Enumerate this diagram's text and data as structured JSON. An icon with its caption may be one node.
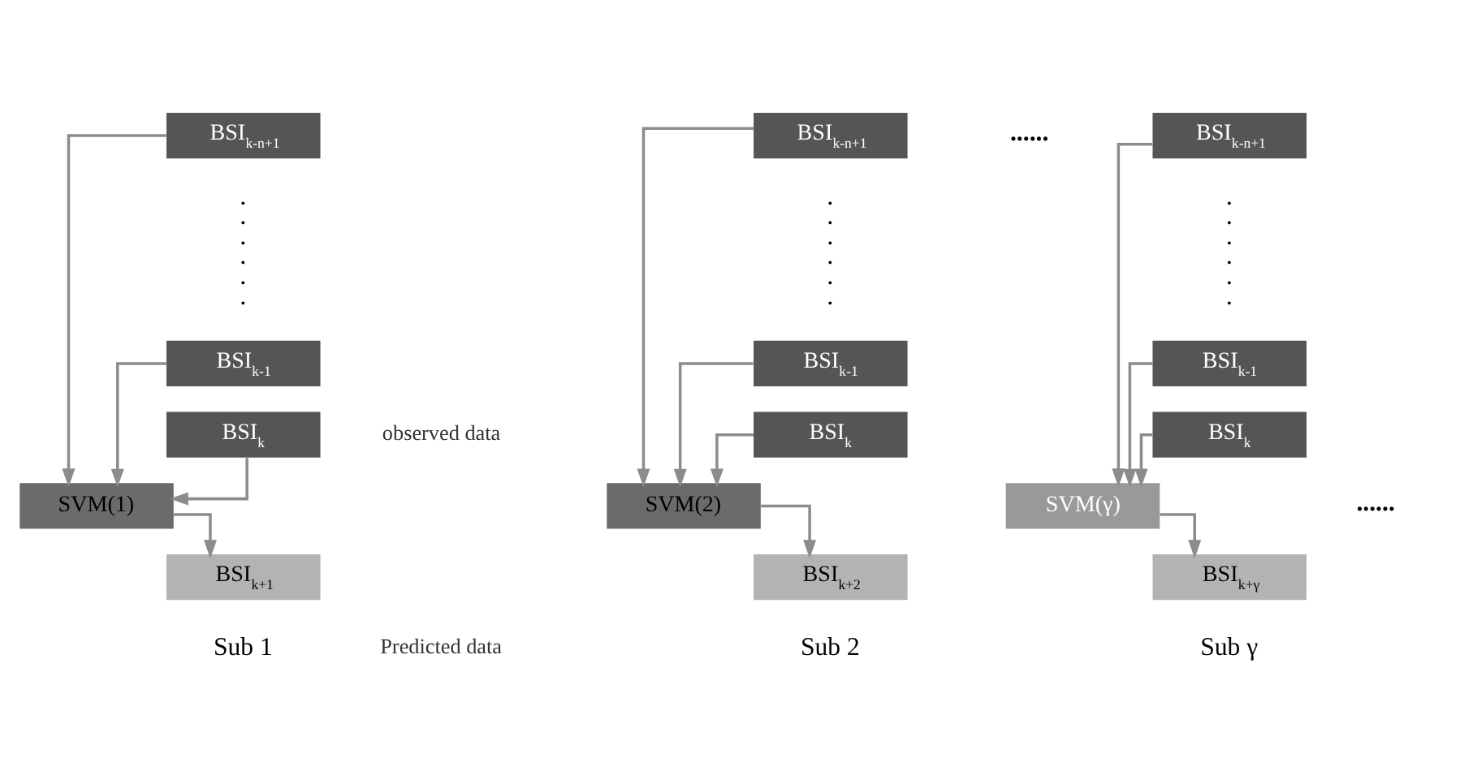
{
  "diagram": {
    "nodes": [
      {
        "text": [
          "BSI$_{k-n+1}$"
        ]
      },
      {
        "text": [
          "BSI$_{k-1}$"
        ]
      },
      {
        "text": [
          "BSI$_{k}$"
        ]
      },
      {
        "text": [
          "SVM(1)"
        ]
      },
      {
        "text": [
          "BSI$_{k+1}$"
        ]
      },
      {
        "text": [
          "BSI$_{k-n+1}$"
        ]
      },
      {
        "text": [
          "BSI$_{k-1}$"
        ]
      },
      {
        "text": [
          "BSI$_{k}$"
        ]
      },
      {
        "text": [
          "SVM(2)"
        ]
      },
      {
        "text": [
          "BSI$_{k+2}$"
        ]
      },
      {
        "text": [
          "BSI$_{k-n+1}$"
        ]
      },
      {
        "text": [
          "BSI$_{k-1}$"
        ]
      },
      {
        "text": [
          "BSI$_{k}$"
        ]
      },
      {
        "text": [
          "SVM(γ)"
        ]
      },
      {
        "text": [
          "BSI$_{k+γ}$"
        ]
      }
    ],
    "edges": [
      {
        "from": 0,
        "to": 3,
        "arrow": "to"
      },
      {
        "from": 1,
        "to": 3,
        "arrow": "to"
      },
      {
        "from": 2,
        "to": 3,
        "arrow": "to"
      },
      {
        "from": 3,
        "to": 4,
        "arrow": "to"
      },
      {
        "from": 5,
        "to": 8,
        "arrow": "to"
      },
      {
        "from": 6,
        "to": 8,
        "arrow": "to"
      },
      {
        "from": 7,
        "to": 8,
        "arrow": "to"
      },
      {
        "from": 8,
        "to": 9,
        "arrow": "to"
      },
      {
        "from": 10,
        "to": 13,
        "arrow": "to"
      },
      {
        "from": 11,
        "to": 13,
        "arrow": "to"
      },
      {
        "from": 12,
        "to": 13,
        "arrow": "to"
      },
      {
        "from": 13,
        "to": 14,
        "arrow": "to"
      }
    ],
    "labels": [
      "observed data",
      "......",
      "......",
      "......",
      "......",
      "Predicted data",
      "......",
      "Sub 1",
      "Sub 2",
      "Sub γ"
    ]
  }
}
